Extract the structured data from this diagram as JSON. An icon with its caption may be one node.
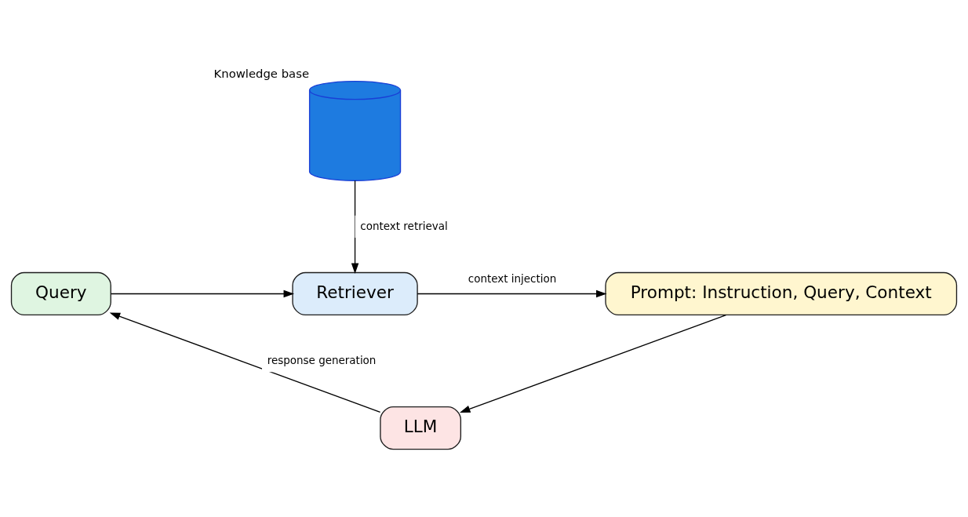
{
  "diagram": {
    "nodes": [
      {
        "text": [],
        "shape": "cylinder",
        "beside": [
          "Knowledge base"
        ]
      },
      {
        "text": [
          "Query"
        ]
      },
      {
        "text": [
          "Retriever"
        ]
      },
      {
        "text": [
          "Prompt: Instruction, Query, Context"
        ]
      },
      {
        "text": [
          "LLM"
        ]
      }
    ],
    "edges": [
      {
        "from": 0,
        "to": 2,
        "arrow": "to",
        "label": "context retrieval"
      },
      {
        "from": 1,
        "to": 2,
        "arrow": "to"
      },
      {
        "from": 2,
        "to": 3,
        "arrow": "to",
        "label": "context injection"
      },
      {
        "from": 3,
        "to": 4,
        "arrow": "to"
      },
      {
        "from": 4,
        "to": 1,
        "arrow": "to",
        "label": "response generation"
      }
    ]
  }
}
